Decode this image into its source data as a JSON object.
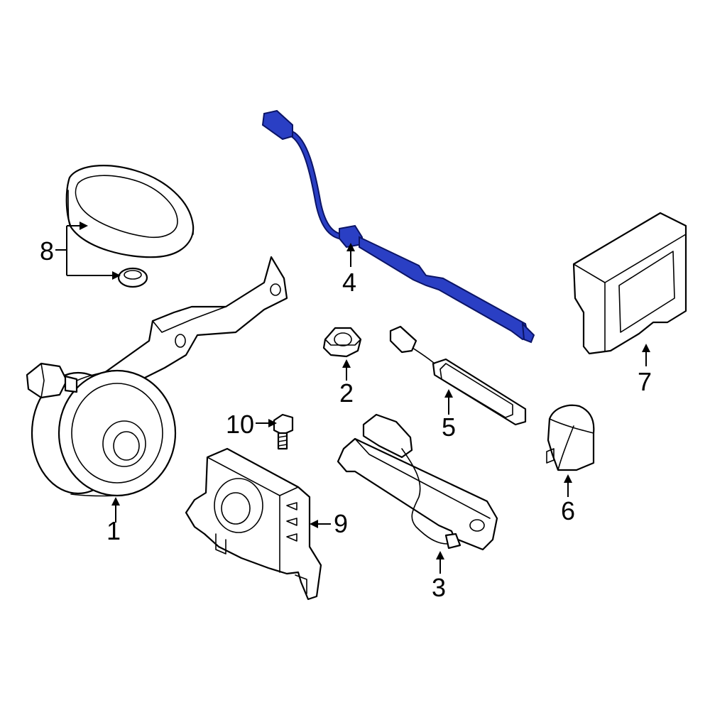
{
  "colors": {
    "background": "#ffffff",
    "line": "#000000",
    "highlight_part": "#2a3fc4",
    "highlight_stroke": "#0b1466"
  },
  "callouts": {
    "c1": "1",
    "c2": "2",
    "c3": "3",
    "c4": "4",
    "c5": "5",
    "c6": "6",
    "c7": "7",
    "c8": "8",
    "c9": "9",
    "c10": "10"
  }
}
